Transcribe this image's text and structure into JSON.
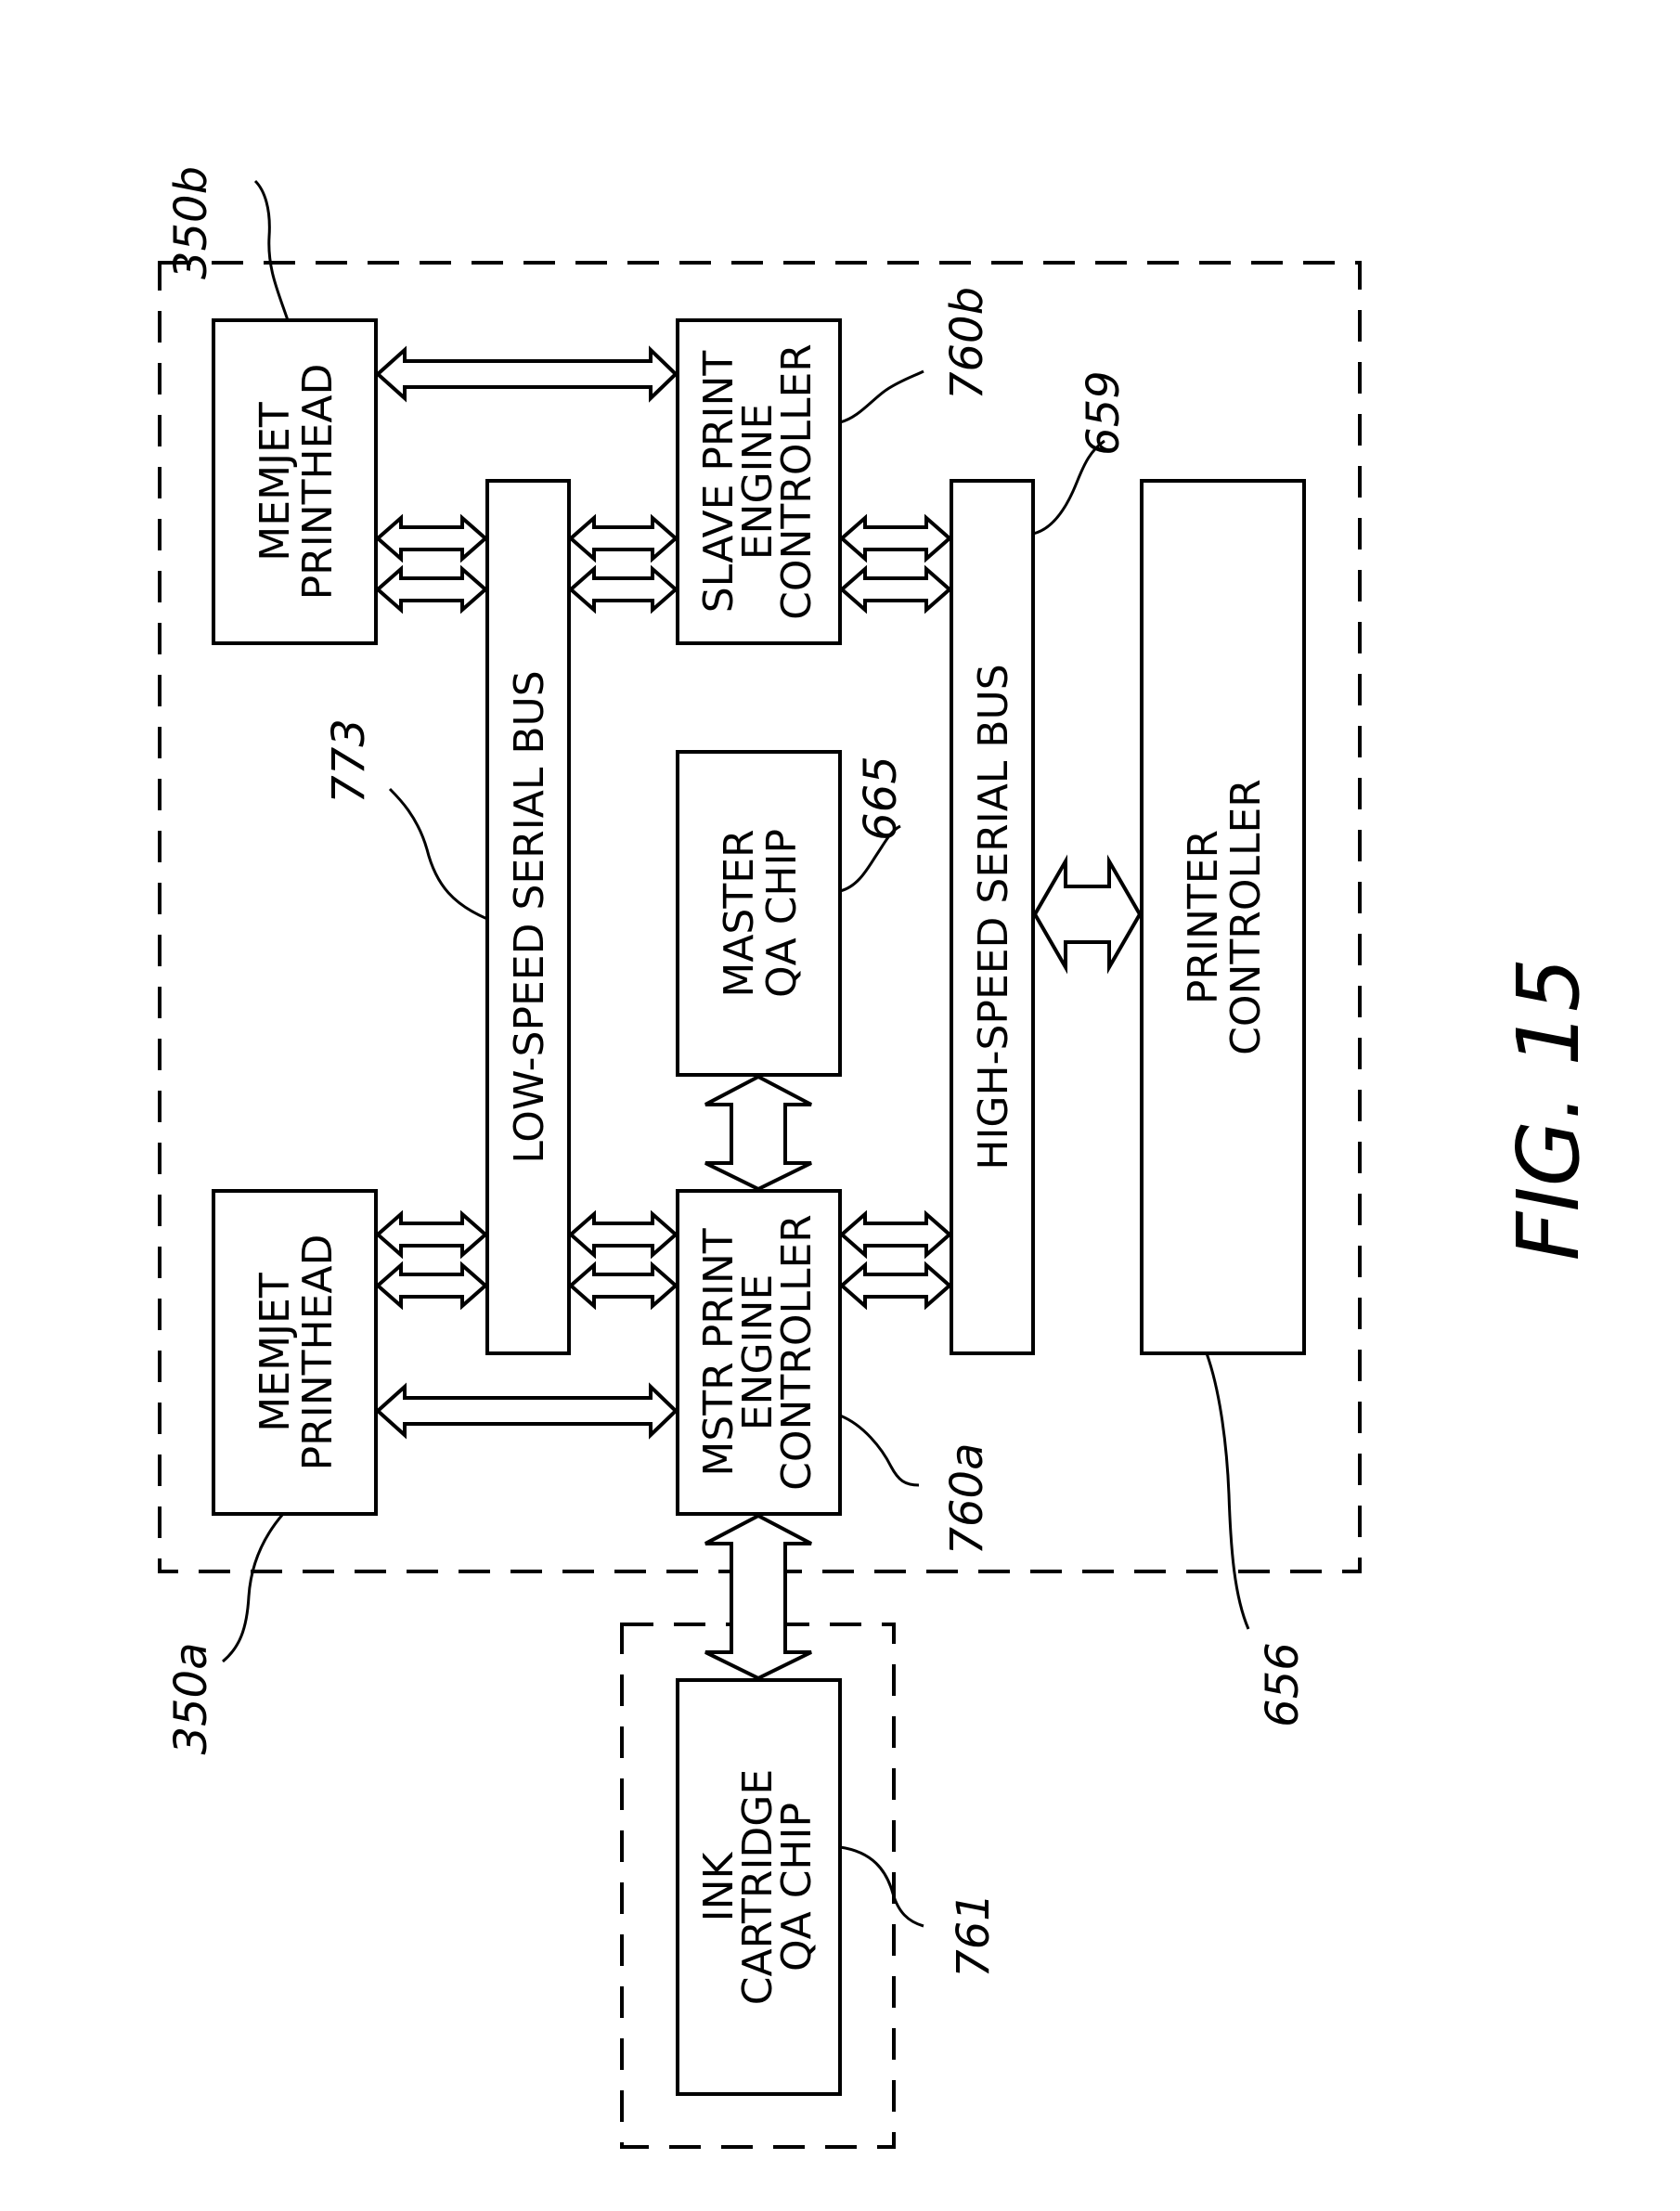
{
  "figure_label": "FIG. 15",
  "blocks": {
    "printhead_a": [
      "MEMJET",
      "PRINTHEAD"
    ],
    "printhead_b": [
      "MEMJET",
      "PRINTHEAD"
    ],
    "low_speed_bus": "LOW-SPEED SERIAL BUS",
    "master_pec": [
      "MSTR PRINT",
      "ENGINE",
      "CONTROLLER"
    ],
    "slave_pec": [
      "SLAVE PRINT",
      "ENGINE",
      "CONTROLLER"
    ],
    "master_qa": [
      "MASTER",
      "QA CHIP"
    ],
    "high_speed_bus": "HIGH-SPEED SERIAL BUS",
    "printer_controller": [
      "PRINTER",
      "CONTROLLER"
    ],
    "ink_qa": [
      "INK",
      "CARTRIDGE",
      "QA CHIP"
    ]
  },
  "refs": {
    "printhead_a": "350a",
    "printhead_b": "350b",
    "low_speed_bus": "773",
    "master_pec": "760a",
    "slave_pec": "760b",
    "master_qa": "665",
    "high_speed_bus": "659",
    "printer_controller": "656",
    "ink_qa": "761"
  }
}
